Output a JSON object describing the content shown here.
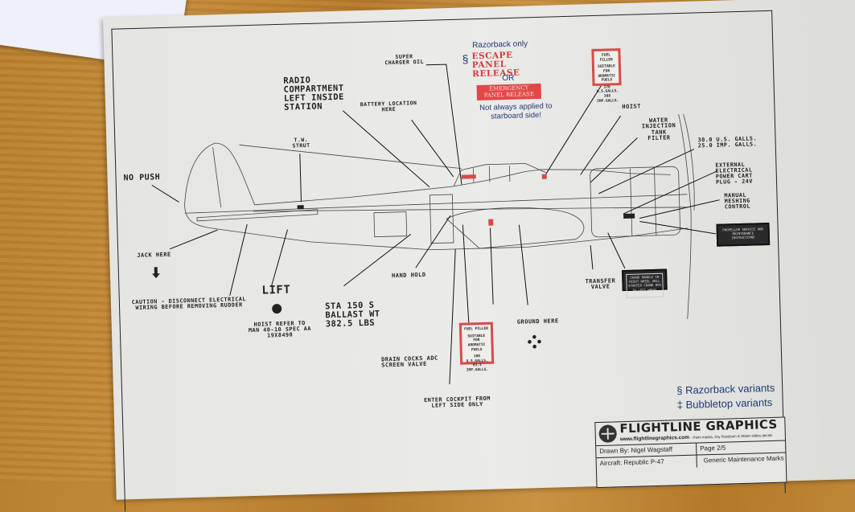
{
  "document": {
    "razorback_note": {
      "heading": "Razorback only",
      "symbol": "§",
      "escape_panel": "ESCAPE PANEL RELEASE",
      "or": "OR",
      "emergency_panel": "EMERGENCY PANEL RELEASE",
      "footnote": "Not always applied to starboard side!"
    },
    "callouts": {
      "radio": "RADIO COMPARTMENT LEFT INSIDE STATION",
      "supercharger": "SUPER CHARGER OIL",
      "battery": "BATTERY LOCATION HERE",
      "tw_strut": "T.W. STRUT",
      "no_push": "NO PUSH",
      "jack_here": "JACK HERE",
      "caution": "CAUTION - DISCONNECT ELECTRICAL WIRING BEFORE REMOVING RUDDER",
      "lift": "LIFT",
      "hoist_refer": "HOIST REFER TO MAN 40-10 SPEC AA 19X8490",
      "sta150": "STA 150 S BALLAST WT 382.5 LBS",
      "hand_hold": "HAND HOLD",
      "drain_cocks": "DRAIN COCKS ADC SCREEN VALVE",
      "enter_cockpit": "ENTER COCKPIT FROM LEFT SIDE ONLY",
      "ground_here": "GROUND HERE",
      "transfer_valve": "TRANSFER VALVE",
      "hoist": "HOIST",
      "water_injection": "WATER INJECTION TANK FILTER",
      "gallons": "30.0 U.S. GALLS. 25.0 IMP. GALLS.",
      "external_power": "EXTERNAL ELECTRICAL POWER CART PLUG - 24V",
      "manual_meshing": "MANUAL MESHING CONTROL"
    },
    "fuel_filler_top": {
      "title": "FUEL FILLER",
      "body": "SUITABLE FOR AROMATIC FUELS",
      "capacity": "370 U.S.GALLS. 308 IMP.GALLS."
    },
    "fuel_filler_bottom": {
      "title": "FUEL FILLER",
      "body": "SUITABLE FOR AROMATIC FUELS",
      "capacity": "100 U.S.GALLS. 83.3 IMP.GALLS."
    },
    "crank_plate": "CRANK HANDLE IN RIGHT WHEEL WELL STARTER CRANK BOX IN LEFT WHEEL WELL",
    "prop_plate": "PROPELLER SERVICE AND MAINTENANCE INSTRUCTIONS",
    "legend": {
      "razorback": "§ Razorback variants",
      "bubbletop": "‡ Bubbletop variants"
    },
    "title_block": {
      "brand": "FLIGHTLINE GRAPHICS",
      "website": "www.flightlinegraphics.com",
      "tagline": "- Paint masks, Dry Rubdown & Water-slides decals",
      "drawn_by": "Drawn By: Nigel Wagstaff",
      "page": "Page 2/5",
      "aircraft": "Aircraft: Republic P-47",
      "subject": "Generic Maintenance Marks"
    },
    "colors": {
      "accent_red": "#d63a3a",
      "legend_blue": "#1e3a78",
      "paper": "#e9e9e6",
      "desk": "#c08838"
    }
  }
}
